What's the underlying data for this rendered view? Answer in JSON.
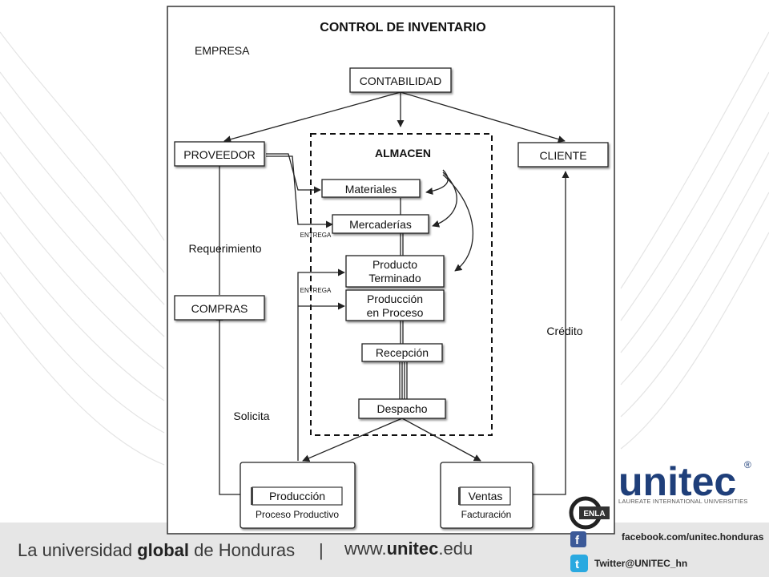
{
  "diagram": {
    "title": "CONTROL DE INVENTARIO",
    "empresa_label": "EMPRESA",
    "nodes": {
      "contabilidad": "CONTABILIDAD",
      "proveedor": "PROVEEDOR",
      "cliente": "CLIENTE",
      "compras": "COMPRAS",
      "almacen": "ALMACEN",
      "materiales": "Materiales",
      "mercaderias": "Mercaderías",
      "producto_terminado_1": "Producto",
      "producto_terminado_2": "Terminado",
      "produccion_proceso_1": "Producción",
      "produccion_proceso_2": "en Proceso",
      "recepcion": "Recepción",
      "despacho": "Despacho",
      "produccion": "Producción",
      "proceso_productivo": "Proceso Productivo",
      "ventas": "Ventas",
      "facturacion": "Facturación"
    },
    "edge_labels": {
      "requerimiento": "Requerimiento",
      "solicita": "Solicita",
      "credito": "Crédito",
      "entrega_1": "ENTREGA",
      "entrega_2": "ENTREGA"
    }
  },
  "branding": {
    "logo_text": "unitec",
    "registered": "®",
    "tagline": "LAUREATE INTERNATIONAL UNIVERSITIES",
    "badge_text": "ENLA",
    "facebook": "facebook.com/unitec.honduras",
    "twitter": "Twitter@UNITEC_hn",
    "footer_pre": "La universidad ",
    "footer_bold": "global",
    "footer_post": " de Honduras",
    "footer_sep": "|",
    "url_pre": "www.",
    "url_bold": "unitec",
    "url_post": ".edu"
  },
  "colors": {
    "logo_blue": "#1f3f7a",
    "facebook_blue": "#3b5998",
    "twitter_blue": "#2aa9e0",
    "footer_bar": "#e6e6e6"
  }
}
